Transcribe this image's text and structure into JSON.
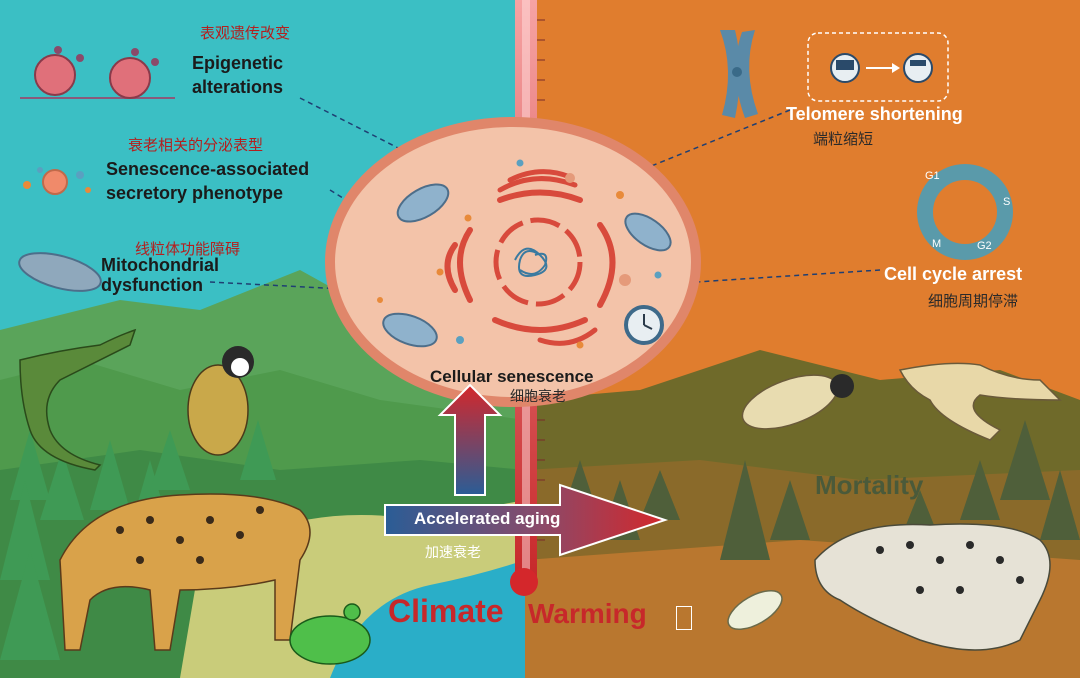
{
  "labels": {
    "epigenetic_cn": "表观遗传改变",
    "epigenetic_en_1": "Epigenetic",
    "epigenetic_en_2": "alterations",
    "sasp_cn": "衰老相关的分泌表型",
    "sasp_en_1": "Senescence-associated",
    "sasp_en_2": "secretory phenotype",
    "mito_cn": "线粒体功能障碍",
    "mito_en_1": "Mitochondrial",
    "mito_en_2": "dysfunction",
    "telomere_en": "Telomere shortening",
    "telomere_cn": "端粒缩短",
    "cellcycle_en": "Cell cycle arrest",
    "cellcycle_cn": "细胞周期停滞",
    "cell_en": "Cellular senescence",
    "cell_cn": "细胞衰老",
    "aging_en": "Accelerated aging",
    "aging_cn": "加速衰老",
    "mortality": "Mortality",
    "climate": "Climate",
    "warming": "Warming"
  },
  "cell_cycle_phases": [
    "G1",
    "S",
    "M",
    "G2"
  ],
  "colors": {
    "cool_sky": "#3bbfc4",
    "warm_sky": "#e07d2e",
    "cell_fill": "#f3c3a9",
    "cell_border": "#e0866a",
    "organelle_red": "#d84a3c",
    "arrow_red": "#d0282b",
    "arrow_blue": "#24568f",
    "dash_line": "#1f3f73"
  }
}
